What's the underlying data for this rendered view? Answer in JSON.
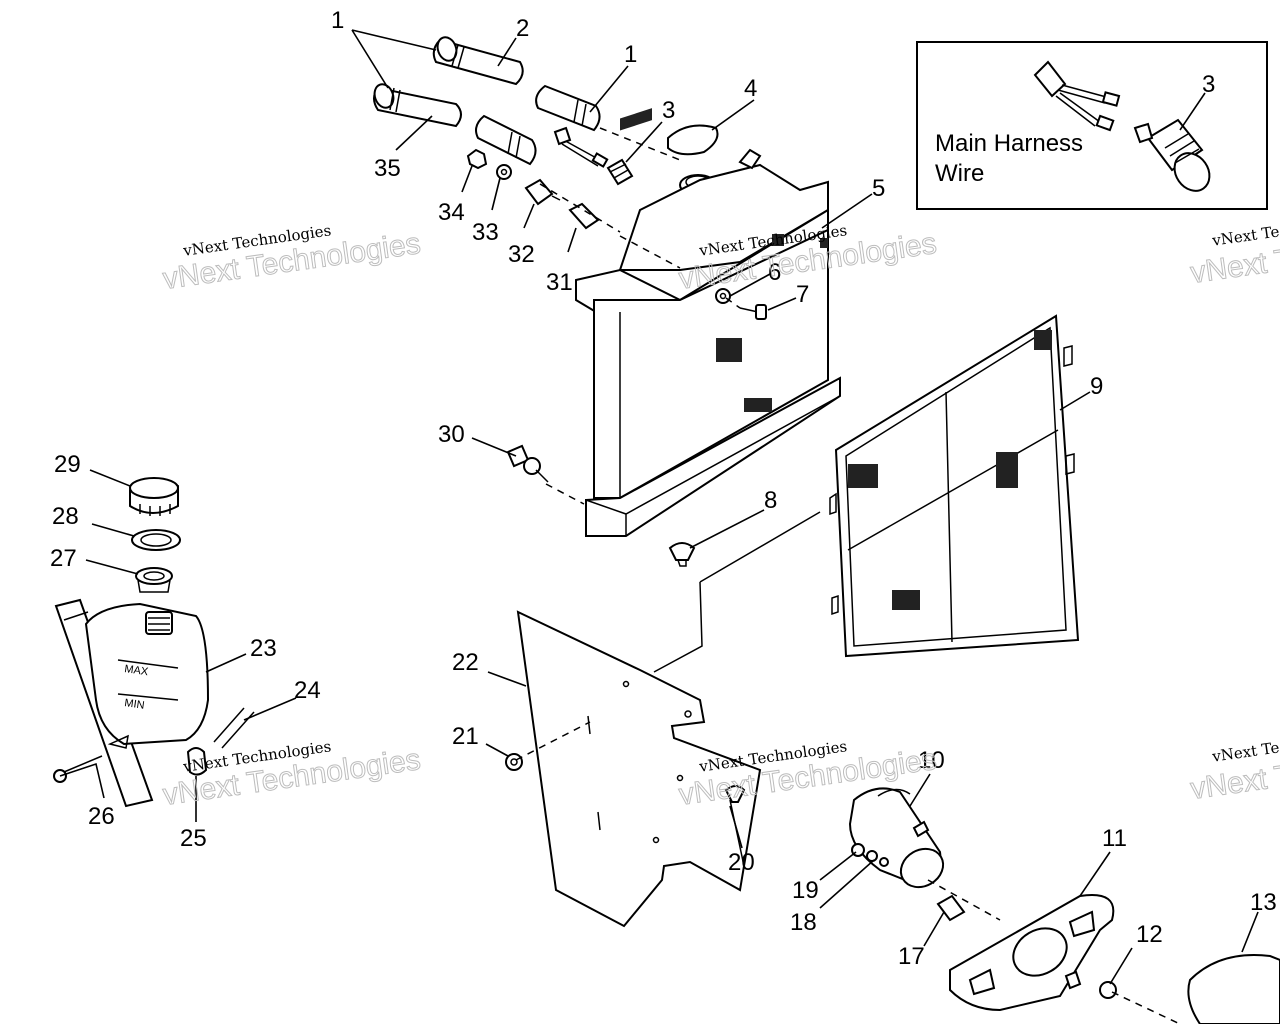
{
  "inset": {
    "label_line1": "Main Harness",
    "label_line2": "Wire",
    "callout": "3"
  },
  "watermarks": [
    {
      "small": "vNext Technologies",
      "big": "vNext Technologies"
    },
    {
      "small": "vNext Technologies",
      "big": "vNext Technologies"
    },
    {
      "small": "vNext Technologies",
      "big": "vNext Technologies"
    },
    {
      "small": "vNext Technologies",
      "big": "vNext Technologies"
    },
    {
      "small": "vNext Te",
      "big": "vNext Techn"
    },
    {
      "small": "vNext Te",
      "big": "vNext Techn"
    }
  ],
  "tank_marks": {
    "max": "MAX",
    "min": "MIN"
  },
  "callouts": [
    "1",
    "2",
    "1",
    "3",
    "4",
    "5",
    "35",
    "34",
    "33",
    "32",
    "31",
    "6",
    "7",
    "9",
    "30",
    "8",
    "29",
    "28",
    "27",
    "23",
    "24",
    "26",
    "25",
    "22",
    "21",
    "20",
    "10",
    "11",
    "19",
    "18",
    "17",
    "12",
    "13"
  ]
}
